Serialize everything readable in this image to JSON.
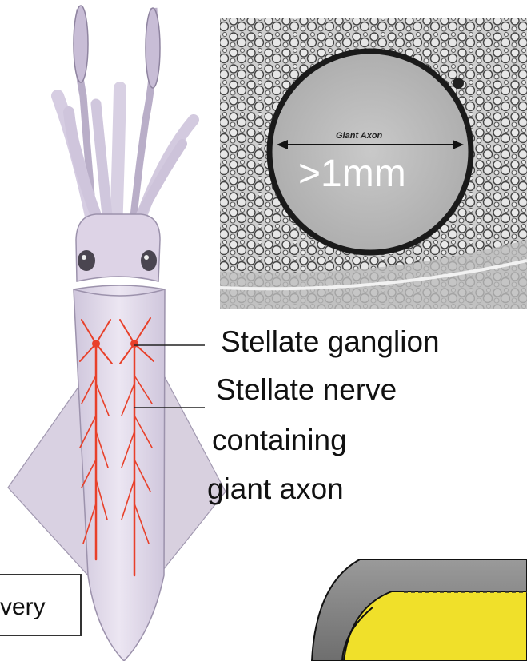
{
  "labels": {
    "stellate_ganglion": "Stellate ganglion",
    "stellate_nerve_line1": "Stellate nerve",
    "stellate_nerve_line2": "containing",
    "stellate_nerve_line3": "giant axon"
  },
  "micrograph": {
    "caption": "Giant Axon",
    "dimension": ">1mm"
  },
  "cropped_box": {
    "text": "very"
  },
  "colors": {
    "nerve": "#e8402a",
    "cylinder_fill": "#f0e02a",
    "cylinder_outer": "#8a8a8a",
    "squid_body": "#ddd3e6"
  }
}
